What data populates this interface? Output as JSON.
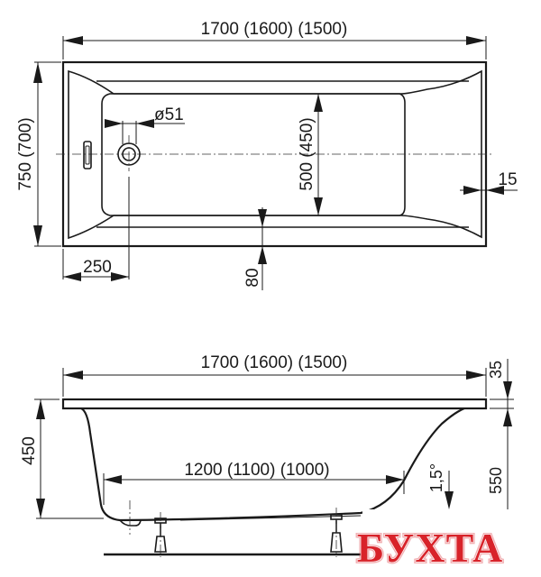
{
  "diagram": {
    "subject": "Bathtub technical drawing",
    "top_view": {
      "length_label": "1700 (1600) (1500)",
      "width_label": "750 (700)",
      "inner_width_label": "500 (450)",
      "drain_diameter_label": "ø51",
      "drain_offset_label": "250",
      "side_offset_label": "80",
      "end_offset_label": "15"
    },
    "side_view": {
      "length_label": "1700 (1600) (1500)",
      "bottom_length_label": "1200 (1100) (1000)",
      "depth_label": "450",
      "rim_thickness_label": "35",
      "total_height_label": "550",
      "slope_label": "1,5°"
    }
  },
  "watermark": {
    "logo_text": "БУХТА",
    "color": "#d8232a"
  },
  "colors": {
    "line": "#1a1a1a",
    "background": "#ffffff"
  }
}
